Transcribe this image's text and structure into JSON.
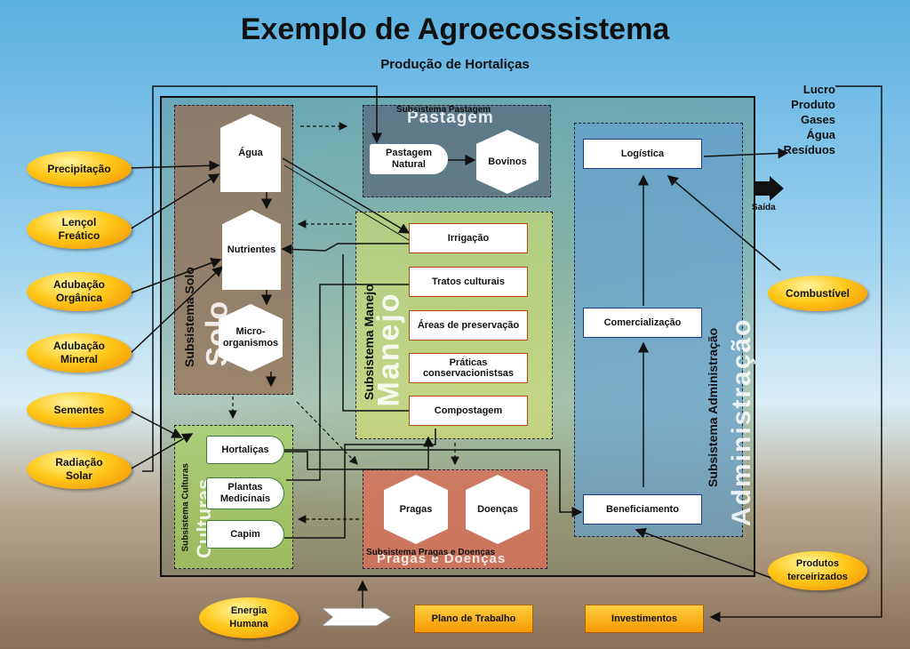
{
  "title": "Exemplo de Agroecossistema",
  "subtitle": "Produção de Hortaliças",
  "subsystems": {
    "solo": {
      "label": "Subsistema Solo",
      "big": "Solo"
    },
    "pastagem": {
      "label": "Subsistema Pastagem",
      "big": "Pastagem"
    },
    "manejo": {
      "label": "Subsistema Manejo",
      "big": "Manejo"
    },
    "culturas": {
      "label": "Subsistema Culturas",
      "big": "Culturas"
    },
    "pragas": {
      "label": "Subsistema Pragas e Doenças",
      "big": "Pragas e Doenças"
    },
    "administracao": {
      "label": "Subsistema Administração",
      "big": "Administração"
    }
  },
  "solo_nodes": {
    "agua": "Água",
    "nutrientes": "Nutrientes",
    "micro": "Micro-\norganismos"
  },
  "pastagem_nodes": {
    "pastagem_natural": "Pastagem\nNatural",
    "bovinos": "Bovinos"
  },
  "manejo_nodes": {
    "irrigacao": "Irrigação",
    "tratos": "Tratos culturais",
    "areas": "Áreas de preservação",
    "praticas": "Práticas\nconservacionistsas",
    "compostagem": "Compostagem"
  },
  "culturas_nodes": {
    "hortalicas": "Hortaliças",
    "plantas": "Plantas\nMedicinais",
    "capim": "Capim"
  },
  "pragas_nodes": {
    "pragas": "Pragas",
    "doencas": "Doenças"
  },
  "admin_nodes": {
    "logistica": "Logística",
    "comercializacao": "Comercialização",
    "beneficiamento": "Beneficiamento"
  },
  "inputs": {
    "precipitacao": "Precipitação",
    "lencol": "Lençol\nFreático",
    "adubacao_organica": "Adubação\nOrgânica",
    "adubacao_mineral": "Adubação\nMineral",
    "sementes": "Sementes",
    "radiacao": "Radiação\nSolar",
    "combustivel": "Combustível",
    "produtos": "Produtos\nterceirizados",
    "energia": "Energia\nHumana"
  },
  "bottom": {
    "plano": "Plano de Trabalho",
    "investimentos": "Investimentos"
  },
  "outputs": {
    "lucro": "Lucro",
    "produto": "Produto",
    "gases": "Gases",
    "agua": "Água",
    "residuos": "Resíduos",
    "saida": "Saída"
  },
  "colors": {
    "oval_fill": "#ffc81a",
    "output_box": "#f59a00",
    "solo": "#96704f",
    "pastagem": "#505a6e",
    "manejo": "#dce664",
    "culturas": "#aadc5a",
    "pragas": "#dc6e5a",
    "administracao": "#64a0d2"
  }
}
